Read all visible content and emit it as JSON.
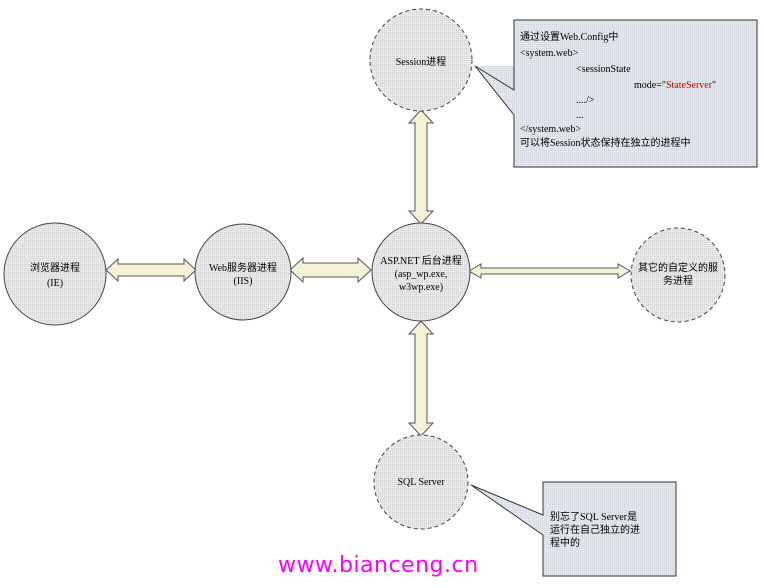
{
  "nodes": {
    "browser": {
      "line1": "浏览器进程",
      "line2": "(IE)"
    },
    "web_server": {
      "line1": "Web服务器进程",
      "line2": "(IIS)"
    },
    "aspnet": {
      "line1": "ASP.NET 后台进程",
      "line2": "(asp_wp.exe,",
      "line3": "w3wp.exe)"
    },
    "session": {
      "line1": "Session进程"
    },
    "sql_server": {
      "line1": "SQL Server"
    },
    "custom": {
      "line1": "其它的自定义的服",
      "line2": "务进程"
    }
  },
  "callouts": {
    "session_config": {
      "line1": "通过设置Web.Config中",
      "line2": "<system.web>",
      "line3": "<sessionState",
      "line4_prefix": "mode=\"",
      "line4_value": "StateServer",
      "line4_suffix": "\"",
      "line5": "..../>",
      "line6": "...",
      "line7": "</system.web>",
      "line8": "可以将Session状态保持在独立的进程中"
    },
    "sql_note": {
      "line1": "别忘了SQL Server是",
      "line2": "运行在自己独立的进",
      "line3": "程中的"
    }
  },
  "watermark": "www.bianceng.cn",
  "colors": {
    "node_fill": "#e3e3e3",
    "callout_fill": "#dfe3e8",
    "arrow_fill": "#f3f1d6",
    "watermark": "#ff00ff",
    "highlight": "#cc0000"
  }
}
